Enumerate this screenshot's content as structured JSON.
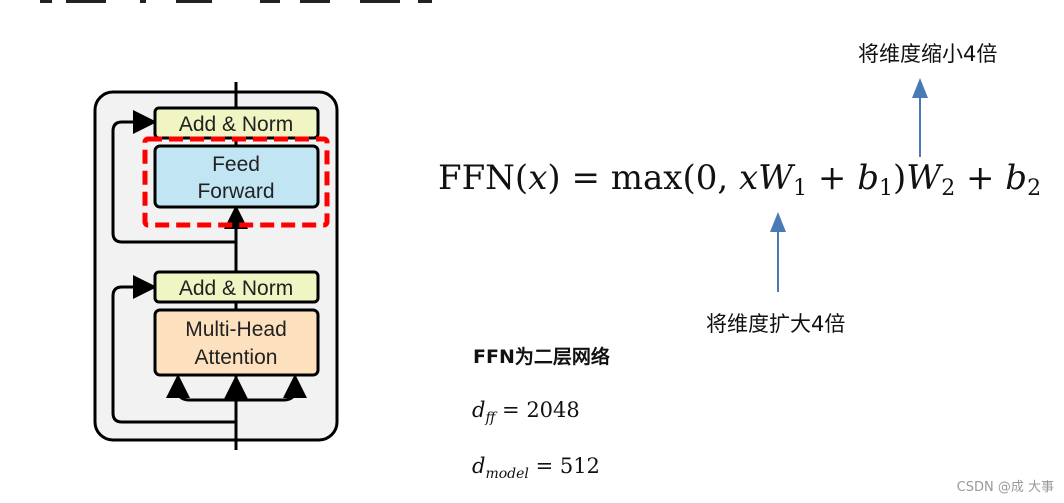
{
  "diagram": {
    "blocks": {
      "add_norm_top": "Add & Norm",
      "feed_forward_line1": "Feed",
      "feed_forward_line2": "Forward",
      "add_norm_bottom": "Add & Norm",
      "attention_line1": "Multi-Head",
      "attention_line2": "Attention"
    },
    "colors": {
      "add_norm": "#f1f4c3",
      "feed_forward": "#c2e5f4",
      "attention": "#fde1bf",
      "container": "#f2f2f2",
      "highlight": "#ff0000",
      "annotation_arrow": "#4a7ab5"
    }
  },
  "formula": {
    "lhs": "FFN(",
    "var_x": "x",
    "mid": ") = max(0, ",
    "xw": "xW",
    "sub1": "1",
    "plus1": " + ",
    "b": "b",
    "sub_b1": "1",
    "close": ")",
    "w2": "W",
    "sub2": "2",
    "plus2": " + ",
    "b2": "b",
    "sub_b2": "2"
  },
  "annotations": {
    "expand": "将维度扩大4倍",
    "shrink": "将维度缩小4倍"
  },
  "notes": {
    "heading": "FFN为二层网络",
    "dff_var": "d",
    "dff_sub": "ff",
    "dff_value": " = 2048",
    "dmodel_var": "d",
    "dmodel_sub": "model",
    "dmodel_value": " = 512"
  },
  "watermark": "CSDN @成 大事"
}
